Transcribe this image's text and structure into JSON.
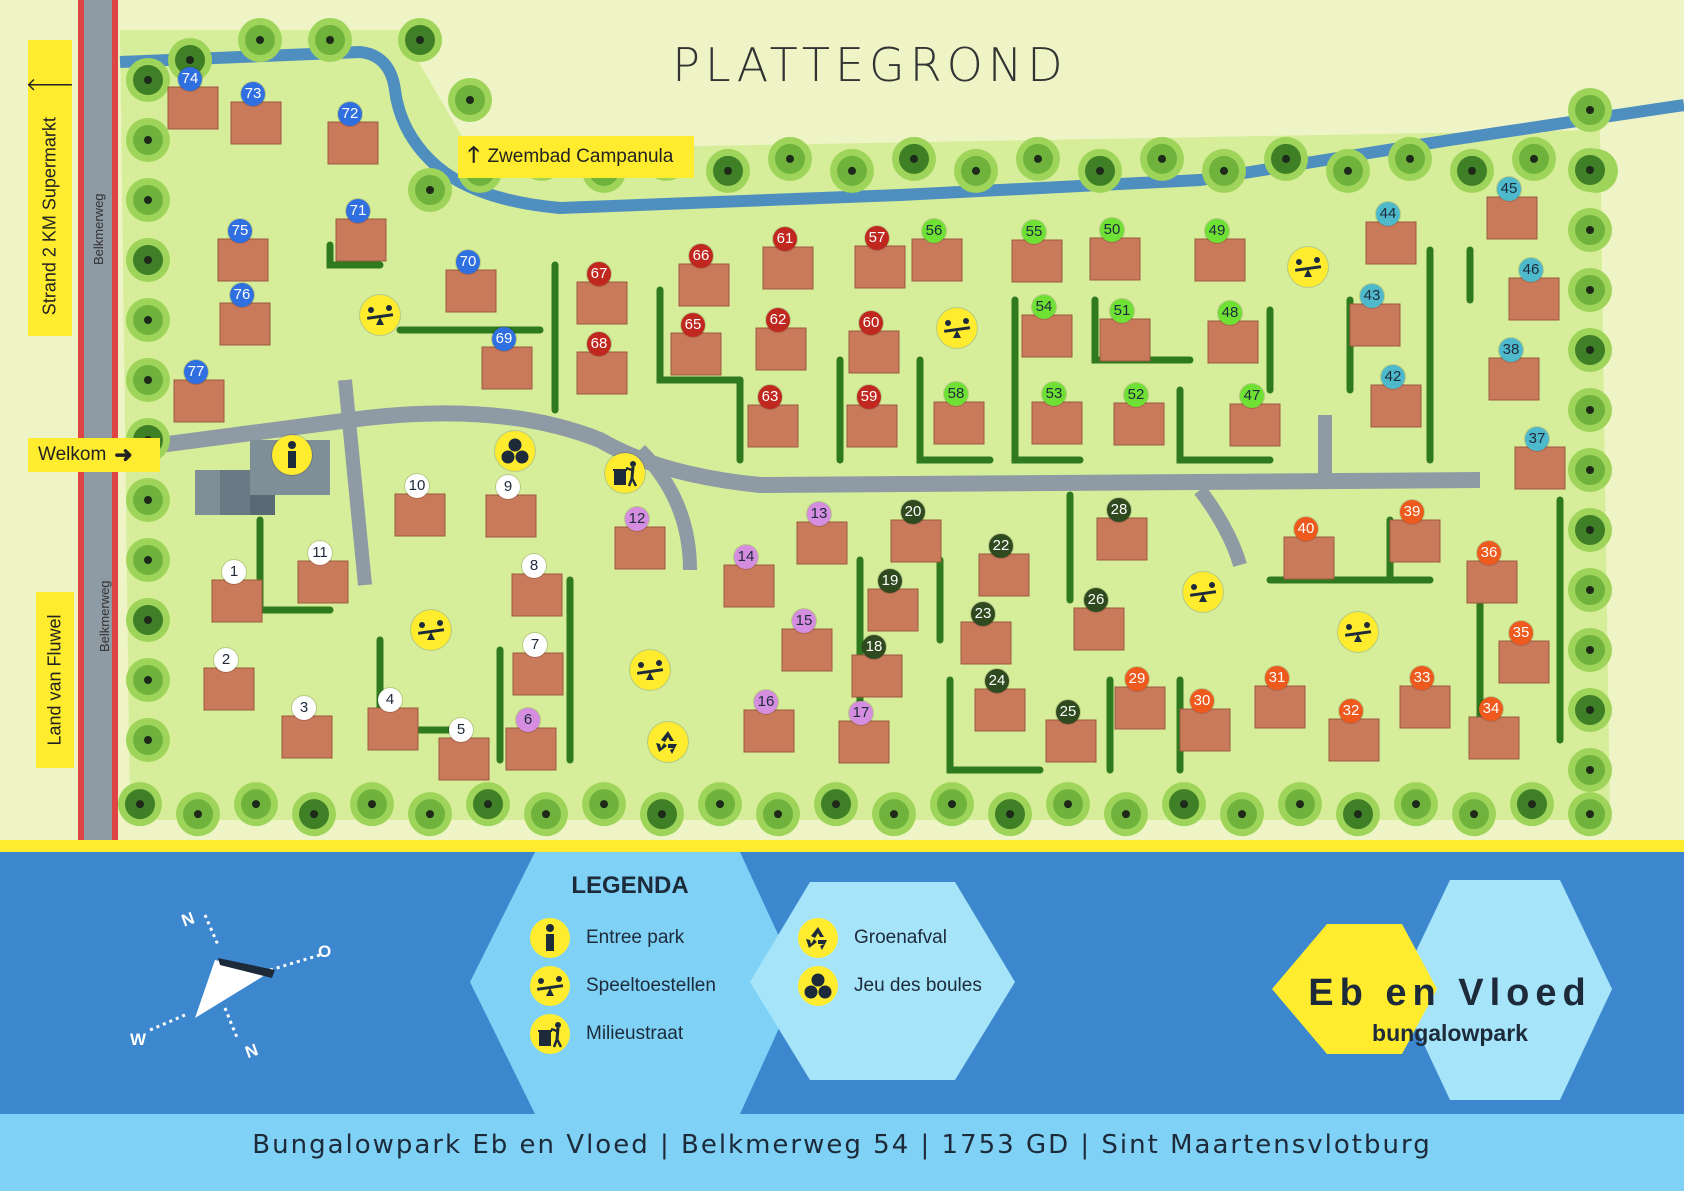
{
  "title": "PLATTEGROND",
  "signs": {
    "zwembad": "Zwembad Campanula",
    "welkom": "Welkom",
    "strand_supermarkt": "Strand 2 KM   Supermarkt",
    "land_van_fluwel": "Land van Fluwel",
    "road_top": "Belkmerweg",
    "road_bottom": "Belkmerweg"
  },
  "colors": {
    "blue": "#2f6fe0",
    "red": "#c0281f",
    "lime": "#6fe034",
    "teal": "#4fb9cc",
    "orange": "#ee5a1d",
    "dark": "#2f4a1f",
    "pink": "#d58de0",
    "white": "#ffffff",
    "grass": "#d6ee9a",
    "roof": "#c97a5a",
    "path": "#8e9aa4",
    "water": "#4f8fc0",
    "sign_yellow": "#ffec2e"
  },
  "bungalows": [
    {
      "n": "1",
      "c": "white"
    },
    {
      "n": "2",
      "c": "white"
    },
    {
      "n": "3",
      "c": "white"
    },
    {
      "n": "4",
      "c": "white"
    },
    {
      "n": "5",
      "c": "white"
    },
    {
      "n": "6",
      "c": "pink"
    },
    {
      "n": "7",
      "c": "white"
    },
    {
      "n": "8",
      "c": "white"
    },
    {
      "n": "9",
      "c": "white"
    },
    {
      "n": "10",
      "c": "white"
    },
    {
      "n": "11",
      "c": "white"
    },
    {
      "n": "12",
      "c": "pink"
    },
    {
      "n": "13",
      "c": "pink"
    },
    {
      "n": "14",
      "c": "pink"
    },
    {
      "n": "15",
      "c": "pink"
    },
    {
      "n": "16",
      "c": "pink"
    },
    {
      "n": "17",
      "c": "pink"
    },
    {
      "n": "18",
      "c": "dark"
    },
    {
      "n": "19",
      "c": "dark"
    },
    {
      "n": "20",
      "c": "dark"
    },
    {
      "n": "22",
      "c": "dark"
    },
    {
      "n": "23",
      "c": "dark"
    },
    {
      "n": "24",
      "c": "dark"
    },
    {
      "n": "25",
      "c": "dark"
    },
    {
      "n": "26",
      "c": "dark"
    },
    {
      "n": "28",
      "c": "dark"
    },
    {
      "n": "29",
      "c": "orange"
    },
    {
      "n": "30",
      "c": "orange"
    },
    {
      "n": "31",
      "c": "orange"
    },
    {
      "n": "32",
      "c": "orange"
    },
    {
      "n": "33",
      "c": "orange"
    },
    {
      "n": "34",
      "c": "orange"
    },
    {
      "n": "35",
      "c": "orange"
    },
    {
      "n": "36",
      "c": "orange"
    },
    {
      "n": "37",
      "c": "teal"
    },
    {
      "n": "38",
      "c": "teal"
    },
    {
      "n": "39",
      "c": "orange"
    },
    {
      "n": "40",
      "c": "orange"
    },
    {
      "n": "42",
      "c": "teal"
    },
    {
      "n": "43",
      "c": "teal"
    },
    {
      "n": "44",
      "c": "teal"
    },
    {
      "n": "45",
      "c": "teal"
    },
    {
      "n": "46",
      "c": "teal"
    },
    {
      "n": "47",
      "c": "lime"
    },
    {
      "n": "48",
      "c": "lime"
    },
    {
      "n": "49",
      "c": "lime"
    },
    {
      "n": "50",
      "c": "lime"
    },
    {
      "n": "51",
      "c": "lime"
    },
    {
      "n": "52",
      "c": "lime"
    },
    {
      "n": "53",
      "c": "lime"
    },
    {
      "n": "54",
      "c": "lime"
    },
    {
      "n": "55",
      "c": "lime"
    },
    {
      "n": "56",
      "c": "lime"
    },
    {
      "n": "57",
      "c": "red"
    },
    {
      "n": "58",
      "c": "lime"
    },
    {
      "n": "59",
      "c": "red"
    },
    {
      "n": "60",
      "c": "red"
    },
    {
      "n": "61",
      "c": "red"
    },
    {
      "n": "62",
      "c": "red"
    },
    {
      "n": "63",
      "c": "red"
    },
    {
      "n": "65",
      "c": "red"
    },
    {
      "n": "66",
      "c": "red"
    },
    {
      "n": "67",
      "c": "red"
    },
    {
      "n": "68",
      "c": "red"
    },
    {
      "n": "69",
      "c": "blue"
    },
    {
      "n": "70",
      "c": "blue"
    },
    {
      "n": "71",
      "c": "blue"
    },
    {
      "n": "72",
      "c": "blue"
    },
    {
      "n": "73",
      "c": "blue"
    },
    {
      "n": "74",
      "c": "blue"
    },
    {
      "n": "75",
      "c": "blue"
    },
    {
      "n": "76",
      "c": "blue"
    },
    {
      "n": "77",
      "c": "blue"
    }
  ],
  "legend": {
    "title": "LEGENDA",
    "items": [
      {
        "icon": "info-icon",
        "label": "Entree park"
      },
      {
        "icon": "seesaw-icon",
        "label": "Speeltoestellen"
      },
      {
        "icon": "bin-icon",
        "label": "Milieustraat"
      },
      {
        "icon": "recycle-icon",
        "label": "Groenafval"
      },
      {
        "icon": "boules-icon",
        "label": "Jeu des boules"
      }
    ]
  },
  "compass": {
    "n1": "N",
    "o": "O",
    "w": "W",
    "n2": "N"
  },
  "brand": {
    "name": "Eb en Vloed",
    "sub": "bungalowpark"
  },
  "address": "Bungalowpark Eb en Vloed | Belkmerweg 54 | 1753 GD | Sint Maartensvlotburg"
}
